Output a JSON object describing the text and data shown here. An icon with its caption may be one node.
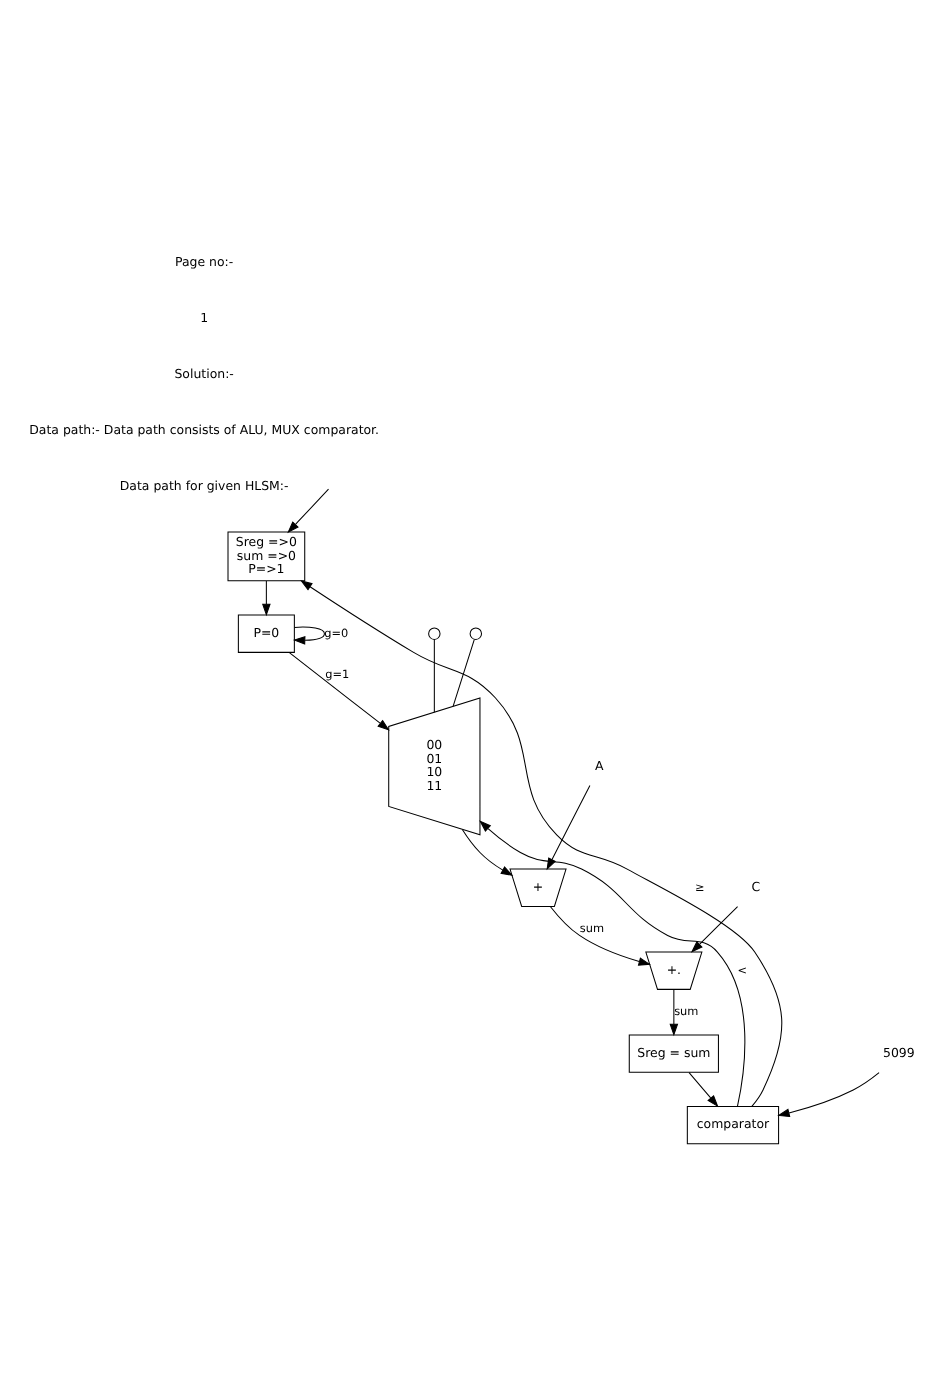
{
  "diagram": {
    "nodes": [
      {
        "text": [
          "Sreg =>0",
          "sum =>0",
          "P=>1"
        ]
      },
      {
        "text": [
          "P=0"
        ]
      },
      {
        "text": [
          "00",
          "01",
          "10",
          "11"
        ]
      },
      {
        "text": [
          "+"
        ]
      },
      {
        "text": [
          "A"
        ]
      },
      {
        "text": [
          "+."
        ]
      },
      {
        "text": [
          "C"
        ]
      },
      {
        "text": [
          "Sreg = sum"
        ]
      },
      {
        "text": [
          "5099"
        ]
      },
      {
        "text": [
          "comparator"
        ]
      },
      {
        "text": [],
        "shape": "circle"
      },
      {
        "text": [],
        "shape": "circle"
      }
    ],
    "edges": [
      {
        "from": null,
        "to": 0,
        "arrow": "to"
      },
      {
        "from": 9,
        "to": 0,
        "label": "≥",
        "arrow": "to"
      },
      {
        "from": 0,
        "to": 1,
        "arrow": "to"
      },
      {
        "from": 1,
        "to": 1,
        "label": "g=0",
        "arrow": "to"
      },
      {
        "from": 1,
        "to": 2,
        "label": "g=1",
        "arrow": "to"
      },
      {
        "from": 10,
        "to": 2,
        "arrow": "none"
      },
      {
        "from": 11,
        "to": 2,
        "arrow": "none"
      },
      {
        "from": 2,
        "to": 3,
        "arrow": "to"
      },
      {
        "from": 4,
        "to": 3,
        "arrow": "to"
      },
      {
        "from": 3,
        "to": 5,
        "label": "sum",
        "arrow": "to"
      },
      {
        "from": 6,
        "to": 5,
        "arrow": "to"
      },
      {
        "from": 5,
        "to": 7,
        "label": "sum",
        "arrow": "to"
      },
      {
        "from": 7,
        "to": 9,
        "arrow": "to"
      },
      {
        "from": 8,
        "to": 9,
        "arrow": "to"
      },
      {
        "from": 9,
        "to": 2,
        "label": "<",
        "arrow": "to"
      }
    ],
    "labels": [
      "Page no:-",
      "1",
      "Solution:-",
      "Data path:- Data path consists of ALU, MUX comparator.",
      "Data path for given HLSM:-"
    ]
  }
}
